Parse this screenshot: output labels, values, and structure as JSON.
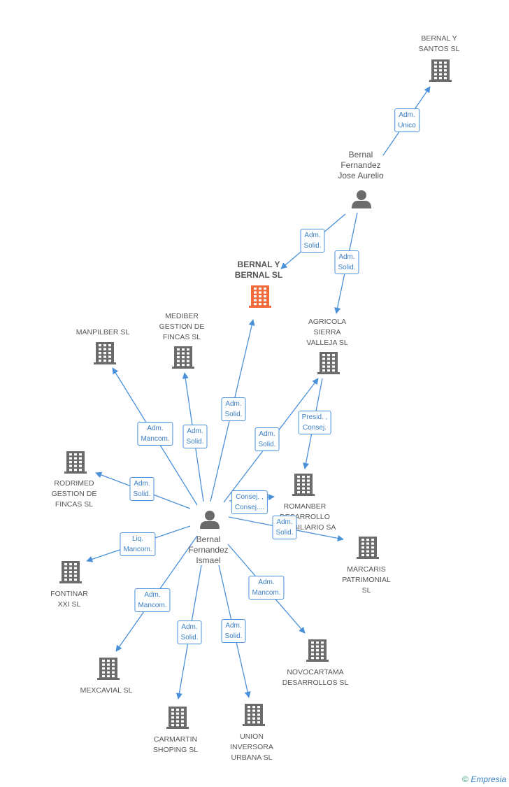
{
  "colors": {
    "edge": "#4a90d9",
    "node": "#6b6b6b",
    "focus": "#f26a3a"
  },
  "nodes": {
    "bernal_y_santos": {
      "label": "BERNAL Y\nSANTOS SL",
      "type": "company"
    },
    "jose_aurelio": {
      "label": "Bernal\nFernandez\nJose Aurelio",
      "type": "person"
    },
    "bernal_y_bernal": {
      "label": "BERNAL Y\nBERNAL SL",
      "type": "focus-company"
    },
    "agricola": {
      "label": "AGRICOLA\nSIERRA\nVALLEJA SL",
      "type": "company"
    },
    "mediber": {
      "label": "MEDIBER\nGESTION DE\nFINCAS SL",
      "type": "company"
    },
    "manpilber": {
      "label": "MANPILBER SL",
      "type": "company"
    },
    "rodrimed": {
      "label": "RODRIMED\nGESTION DE\nFINCAS SL",
      "type": "company"
    },
    "romanber": {
      "label": "ROMANBER\nDESARROLLO\nINMOBILIARIO SA",
      "type": "company"
    },
    "ismael": {
      "label": "Bernal\nFernandez\nIsmael",
      "type": "person"
    },
    "marcaris": {
      "label": "MARCARIS\nPATRIMONIAL\nSL",
      "type": "company"
    },
    "fontinar": {
      "label": "FONTINAR\nXXI SL",
      "type": "company"
    },
    "mexcavial": {
      "label": "MEXCAVIAL SL",
      "type": "company"
    },
    "novocartama": {
      "label": "NOVOCARTAMA\nDESARROLLOS SL",
      "type": "company"
    },
    "carmartin": {
      "label": "CARMARTIN\nSHOPING SL",
      "type": "company"
    },
    "union": {
      "label": "UNION\nINVERSORA\nURBANA SL",
      "type": "company"
    }
  },
  "edges": [
    {
      "from": "jose_aurelio",
      "to": "bernal_y_santos",
      "label": "Adm.\nUnico"
    },
    {
      "from": "jose_aurelio",
      "to": "bernal_y_bernal",
      "label": "Adm.\nSolid."
    },
    {
      "from": "jose_aurelio",
      "to": "agricola",
      "label": "Adm.\nSolid."
    },
    {
      "from": "ismael",
      "to": "bernal_y_bernal",
      "label": "Adm.\nSolid."
    },
    {
      "from": "ismael",
      "to": "mediber",
      "label": "Adm.\nSolid."
    },
    {
      "from": "ismael",
      "to": "manpilber",
      "label": "Adm.\nMancom."
    },
    {
      "from": "ismael",
      "to": "agricola",
      "label": "Adm.\nSolid."
    },
    {
      "from": "agricola",
      "to": "romanber",
      "label": "Presid. ,\nConsej."
    },
    {
      "from": "ismael",
      "to": "rodrimed",
      "label": "Adm.\nSolid."
    },
    {
      "from": "ismael",
      "to": "romanber",
      "label": "Consej. ,\nConsej...."
    },
    {
      "from": "ismael",
      "to": "marcaris",
      "label": "Adm.\nSolid."
    },
    {
      "from": "ismael",
      "to": "fontinar",
      "label": "Liq.\nMancom."
    },
    {
      "from": "ismael",
      "to": "mexcavial",
      "label": "Adm.\nMancom."
    },
    {
      "from": "ismael",
      "to": "novocartama",
      "label": "Adm.\nMancom."
    },
    {
      "from": "ismael",
      "to": "carmartin",
      "label": "Adm.\nSolid."
    },
    {
      "from": "ismael",
      "to": "union",
      "label": "Adm.\nSolid."
    }
  ],
  "footer": {
    "copyright": "©",
    "brand": "Empresia"
  }
}
